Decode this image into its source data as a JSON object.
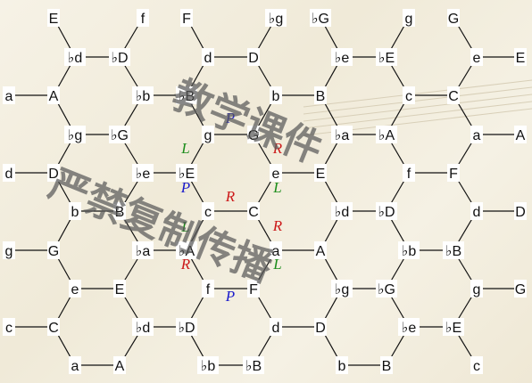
{
  "diagram": {
    "note_rows": [
      [
        "E",
        "f",
        "F",
        "♭g",
        "♭G",
        "g",
        "G"
      ],
      [
        "♭d",
        "♭D",
        "d",
        "D",
        "♭e",
        "♭E",
        "e",
        "E"
      ],
      [
        "a",
        "A",
        "♭b",
        "♭B",
        "b",
        "B",
        "c",
        "C"
      ],
      [
        "♭g",
        "♭G",
        "g",
        "G",
        "♭a",
        "♭A",
        "a",
        "A"
      ],
      [
        "d",
        "D",
        "♭e",
        "♭E",
        "e",
        "E",
        "f",
        "F"
      ],
      [
        "b",
        "B",
        "c",
        "C",
        "♭d",
        "♭D",
        "d",
        "D"
      ],
      [
        "g",
        "G",
        "♭a",
        "♭A",
        "a",
        "A",
        "♭b",
        "♭B"
      ],
      [
        "e",
        "E",
        "f",
        "F",
        "♭g",
        "♭G",
        "g",
        "G"
      ],
      [
        "c",
        "C",
        "♭d",
        "♭D",
        "d",
        "D",
        "♭e",
        "♭E"
      ],
      [
        "a",
        "A",
        "♭b",
        "♭B",
        "b",
        "B",
        "c"
      ]
    ],
    "transforms": [
      "P",
      "L",
      "R",
      "P",
      "R",
      "L",
      "L",
      "R",
      "R",
      "L",
      "P"
    ],
    "colors": {
      "P": "#1a1acc",
      "L": "#1a8c1a",
      "R": "#cc1a1a",
      "line": "#111111",
      "label_bg": "#ffffff"
    }
  },
  "watermark": {
    "line1": "教学课件",
    "line2": "严禁复制传播",
    "color": "#5a5a5a"
  }
}
